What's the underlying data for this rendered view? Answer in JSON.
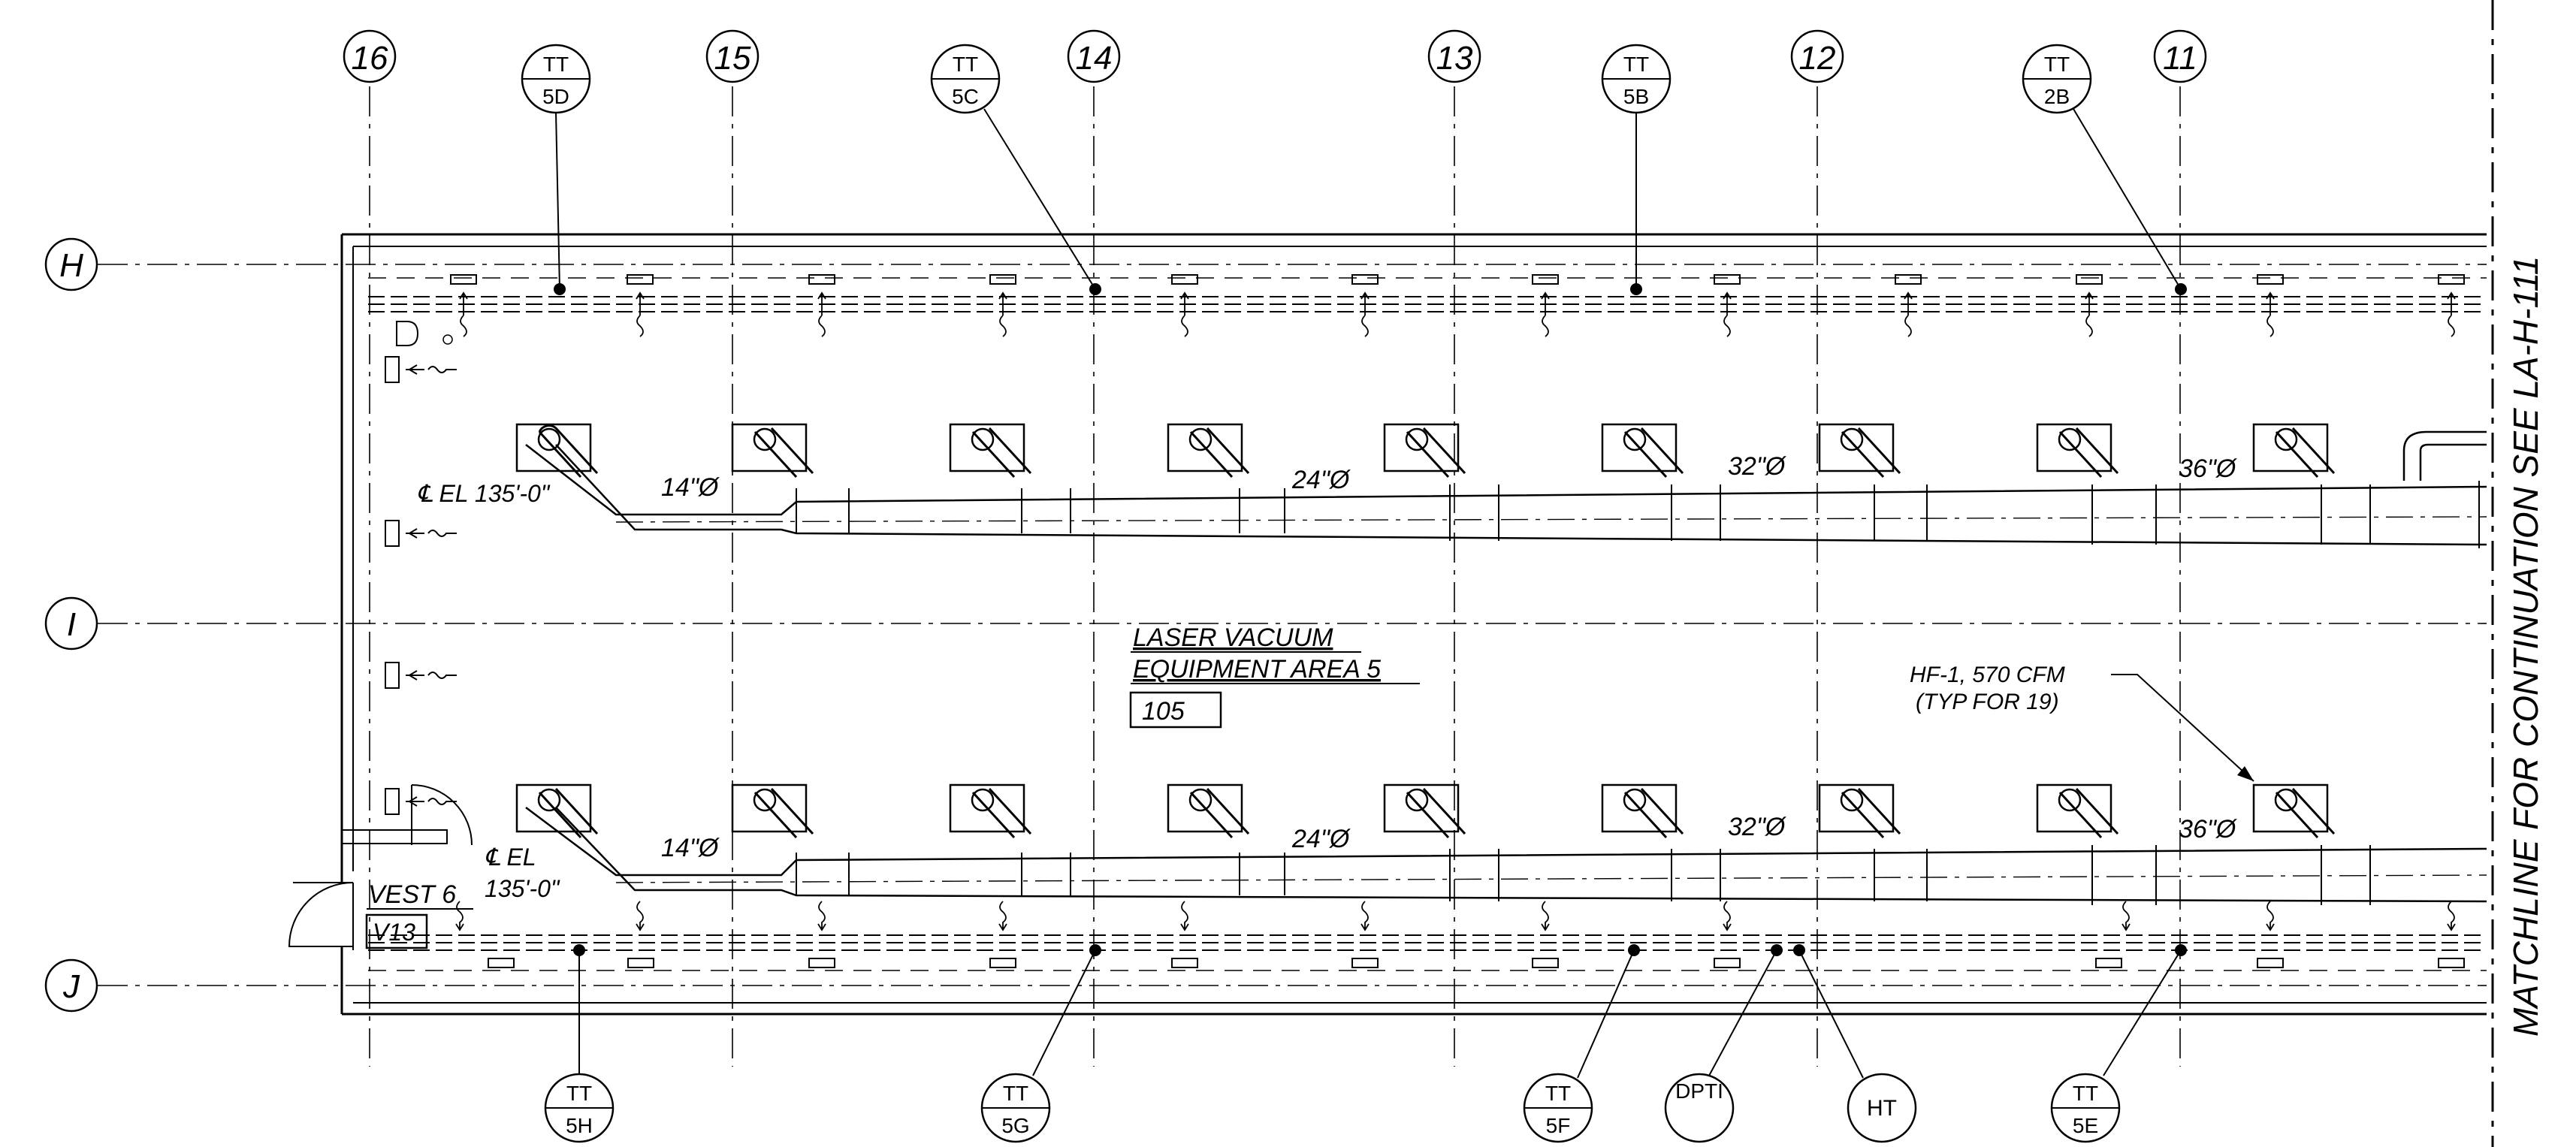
{
  "drawing": {
    "column_grid_labels": [
      "16",
      "15",
      "14",
      "13",
      "12",
      "11"
    ],
    "row_grid_labels": [
      "H",
      "I",
      "J"
    ],
    "room": {
      "name_line1": "LASER VACUUM",
      "name_line2": "EQUIPMENT AREA 5",
      "number": "105"
    },
    "vestibule": {
      "name": "VEST 6",
      "number": "V13"
    },
    "centerline_elevation": {
      "upper": "℄ EL 135'-0\"",
      "lower_line1": "℄ EL",
      "lower_line2": "135'-0\""
    },
    "duct_sizes": [
      "14\"Ø",
      "24\"Ø",
      "32\"Ø",
      "36\"Ø"
    ],
    "hood_callout": {
      "line1": "HF-1, 570 CFM",
      "line2": "(TYP FOR 19)"
    },
    "matchline_note": "MATCHLINE FOR CONTINUATION SEE LA-H-111",
    "tags_top": [
      {
        "top": "TT",
        "bottom": "5D"
      },
      {
        "top": "TT",
        "bottom": "5C"
      },
      {
        "top": "TT",
        "bottom": "5B"
      },
      {
        "top": "TT",
        "bottom": "2B"
      }
    ],
    "tags_bottom": [
      {
        "top": "TT",
        "bottom": "5H"
      },
      {
        "top": "TT",
        "bottom": "5G"
      },
      {
        "top": "TT",
        "bottom": "5F"
      },
      {
        "single": "DPTI"
      },
      {
        "single": "HT"
      },
      {
        "top": "TT",
        "bottom": "5E"
      }
    ]
  }
}
